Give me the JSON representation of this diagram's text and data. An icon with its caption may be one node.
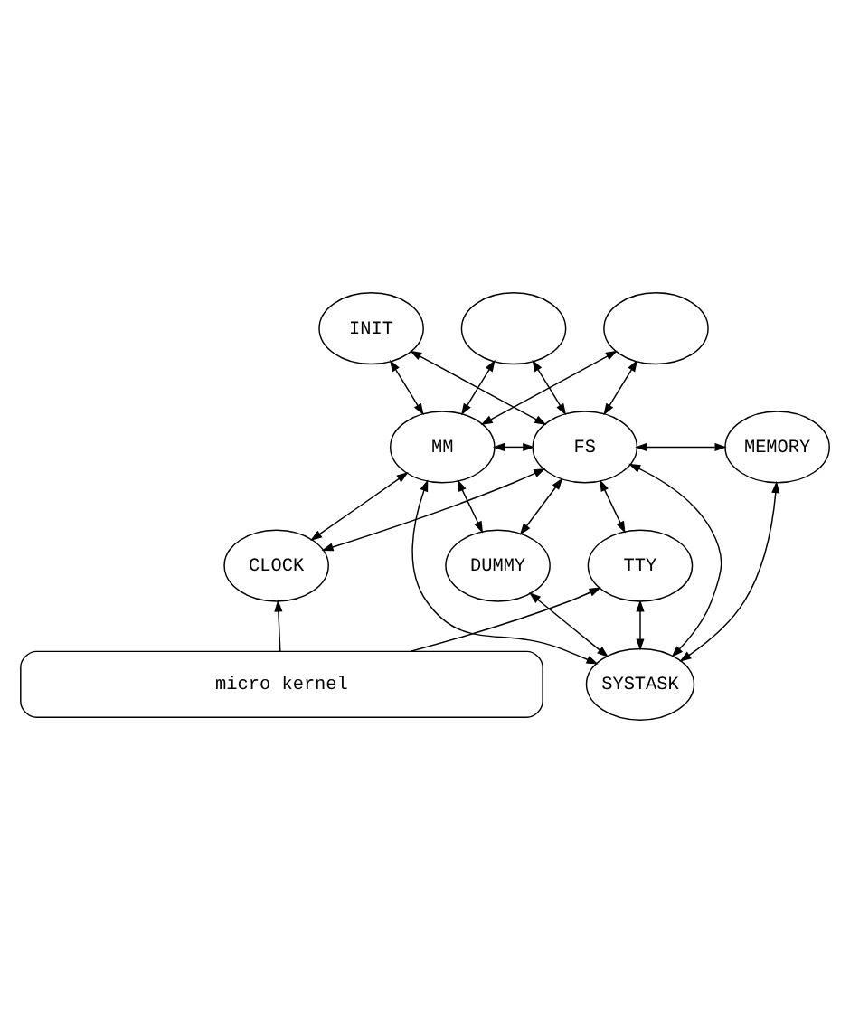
{
  "diagram": {
    "nodes": [
      {
        "text": [
          "INIT"
        ]
      },
      {
        "text": [],
        "shape": "ellipse"
      },
      {
        "text": [],
        "shape": "ellipse"
      },
      {
        "text": [
          "MM"
        ]
      },
      {
        "text": [
          "FS"
        ]
      },
      {
        "text": [
          "MEMORY"
        ]
      },
      {
        "text": [
          "CLOCK"
        ]
      },
      {
        "text": [
          "DUMMY"
        ]
      },
      {
        "text": [
          "TTY"
        ]
      },
      {
        "text": [
          "SYSTASK"
        ]
      },
      {
        "text": [
          "micro kernel"
        ]
      }
    ],
    "edges": [
      {
        "from": 0,
        "to": 3,
        "arrow": "both"
      },
      {
        "from": 0,
        "to": 4,
        "arrow": "both"
      },
      {
        "from": 1,
        "to": 3,
        "arrow": "both"
      },
      {
        "from": 1,
        "to": 4,
        "arrow": "both"
      },
      {
        "from": 2,
        "to": 3,
        "arrow": "both"
      },
      {
        "from": 2,
        "to": 4,
        "arrow": "both"
      },
      {
        "from": 3,
        "to": 4,
        "arrow": "both"
      },
      {
        "from": 4,
        "to": 5,
        "arrow": "both"
      },
      {
        "from": 3,
        "to": 6,
        "arrow": "both"
      },
      {
        "from": 4,
        "to": 6,
        "arrow": "both"
      },
      {
        "from": 3,
        "to": 7,
        "arrow": "both"
      },
      {
        "from": 4,
        "to": 7,
        "arrow": "both"
      },
      {
        "from": 3,
        "to": 9,
        "arrow": "both"
      },
      {
        "from": 4,
        "to": 9,
        "arrow": "both"
      },
      {
        "from": 4,
        "to": 8,
        "arrow": "both"
      },
      {
        "from": 8,
        "to": 9,
        "arrow": "both"
      },
      {
        "from": 5,
        "to": 9,
        "arrow": "both"
      },
      {
        "from": 7,
        "to": 9,
        "arrow": "both"
      },
      {
        "from": 10,
        "to": 6,
        "arrow": "to"
      },
      {
        "from": 10,
        "to": 8,
        "arrow": "to"
      }
    ]
  }
}
